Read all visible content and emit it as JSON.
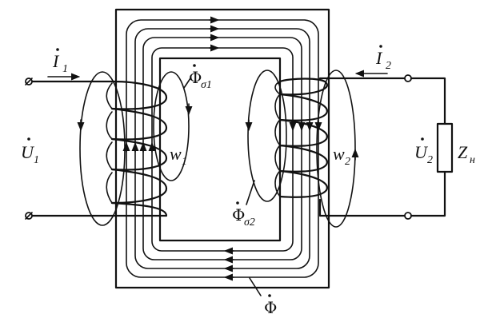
{
  "labels": {
    "i1": "I",
    "i1_sub": "1",
    "i2": "I",
    "i2_sub": "2",
    "u1": "U",
    "u1_sub": "1",
    "u2": "U",
    "u2_sub": "2",
    "w1": "w",
    "w1_sub": "1",
    "w2": "w",
    "w2_sub": "2",
    "zn": "Z",
    "zn_sub": "н",
    "phi": "Φ",
    "phi_s1": "Φ",
    "phi_s1_sub": "σ1",
    "phi_s2": "Φ",
    "phi_s2_sub": "σ2"
  },
  "colors": {
    "stroke": "#111111",
    "background": "#ffffff"
  }
}
